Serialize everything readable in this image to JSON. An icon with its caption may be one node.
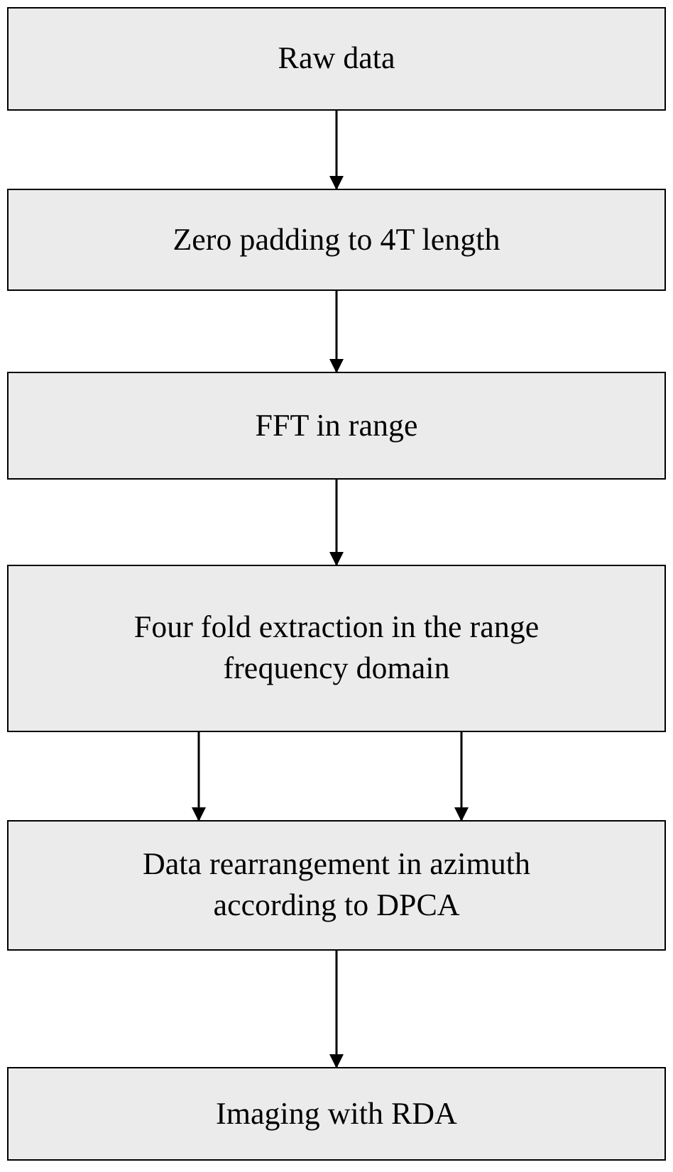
{
  "diagram": {
    "nodes": [
      {
        "text": [
          "Raw data"
        ]
      },
      {
        "text": [
          "Zero padding to 4T length"
        ]
      },
      {
        "text": [
          "FFT in range"
        ]
      },
      {
        "text": [
          "Four fold extraction in the range frequency domain"
        ]
      },
      {
        "text": [
          "Data rearrangement in azimuth according to DPCA"
        ]
      },
      {
        "text": [
          "Imaging with RDA"
        ]
      }
    ],
    "edges": [
      {
        "from": 0,
        "to": 1,
        "arrow": "to"
      },
      {
        "from": 1,
        "to": 2,
        "arrow": "to"
      },
      {
        "from": 2,
        "to": 3,
        "arrow": "to"
      },
      {
        "from": 3,
        "to": 4,
        "arrow": "to"
      },
      {
        "from": 3,
        "to": 4,
        "arrow": "to"
      },
      {
        "from": 4,
        "to": 5,
        "arrow": "to"
      }
    ]
  }
}
